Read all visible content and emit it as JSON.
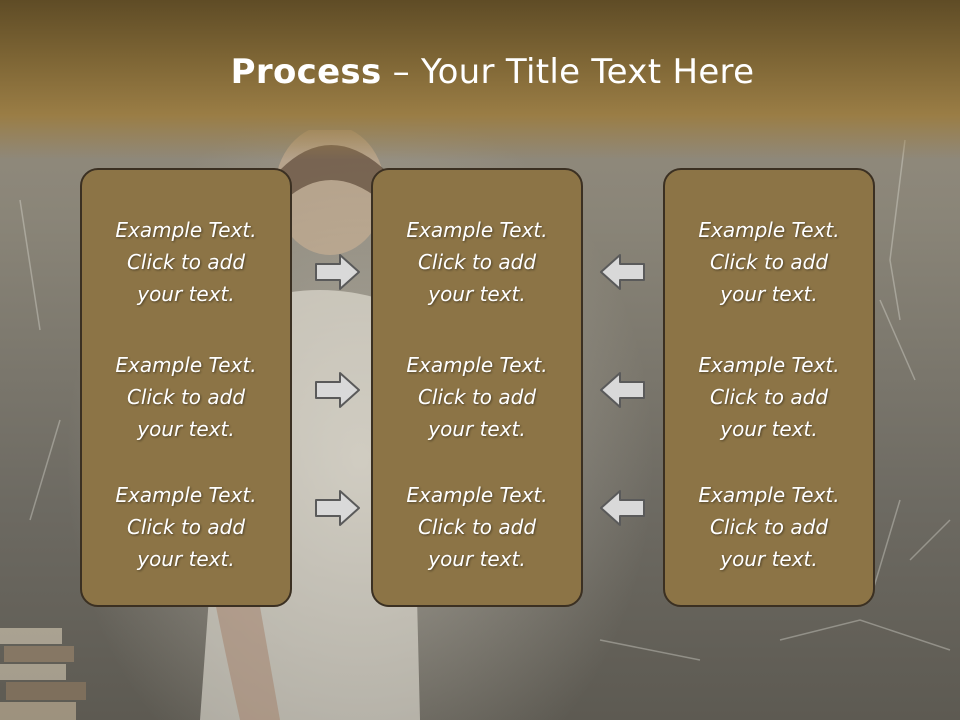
{
  "title": {
    "bold": "Process",
    "rest": " – Your Title Text Here"
  },
  "columns": [
    {
      "items": [
        {
          "line1": "Example Text.",
          "line2": "Click  to add",
          "line3": "your text."
        },
        {
          "line1": "Example Text.",
          "line2": "Click  to add",
          "line3": "your text."
        },
        {
          "line1": "Example Text.",
          "line2": "Click  to add",
          "line3": "your text."
        }
      ]
    },
    {
      "items": [
        {
          "line1": "Example Text.",
          "line2": "Click  to add",
          "line3": "your text."
        },
        {
          "line1": "Example Text.",
          "line2": "Click  to add",
          "line3": "your text."
        },
        {
          "line1": "Example Text.",
          "line2": "Click  to add",
          "line3": "your text."
        }
      ]
    },
    {
      "items": [
        {
          "line1": "Example Text.",
          "line2": "Click  to add",
          "line3": "your text."
        },
        {
          "line1": "Example Text.",
          "line2": "Click  to add",
          "line3": "your text."
        },
        {
          "line1": "Example Text.",
          "line2": "Click  to add",
          "line3": "your text."
        }
      ]
    }
  ],
  "arrows": {
    "left_group": "arrow-right-icon",
    "right_group": "arrow-left-icon"
  },
  "colors": {
    "header": "#7c6434",
    "box_fill": "#8c7446",
    "box_border": "#3b3022",
    "text": "#ffffff"
  }
}
